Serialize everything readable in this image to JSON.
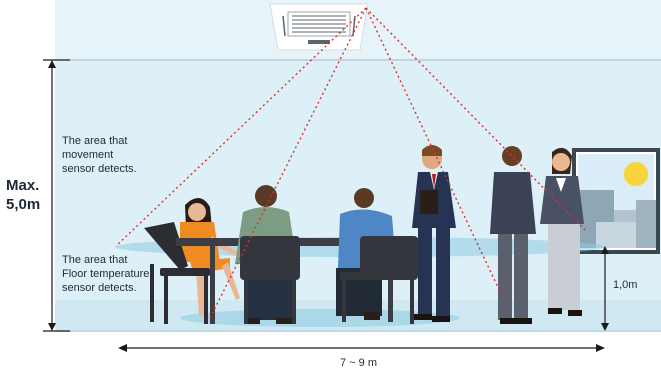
{
  "max_height": {
    "line1": "Max.",
    "line2": "5,0m"
  },
  "movement_sensor": {
    "lines": [
      "The area that",
      "movement",
      "sensor detects."
    ]
  },
  "floor_sensor": {
    "lines": [
      "The area that",
      "Floor temperature",
      "sensor detects."
    ]
  },
  "sensor_height": "1,0m",
  "room_width": "7 ~ 9 m",
  "colors": {
    "wall": "#dff1f8",
    "floor": "#cde9f3",
    "detection_line": "#d9332b",
    "dimension_line": "#1b1b1b"
  }
}
